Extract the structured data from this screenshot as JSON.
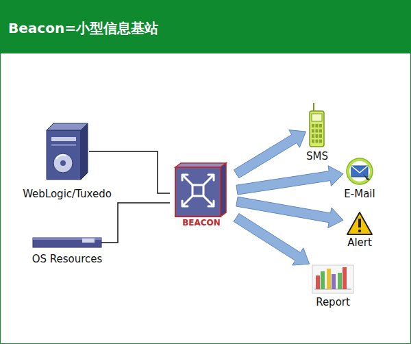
{
  "diagram": {
    "title": "Beacon=小型信息基站",
    "nodes": [
      {
        "text": [
          "WebLogic/Tuxedo"
        ]
      },
      {
        "text": [
          "OS Resources"
        ]
      },
      {
        "text": [
          "BEACON"
        ]
      },
      {
        "text": [
          "SMS"
        ]
      },
      {
        "text": [
          "E-Mail"
        ]
      },
      {
        "text": [
          "Alert"
        ]
      },
      {
        "text": [
          "Report"
        ]
      }
    ],
    "edges": [
      {
        "from": 0,
        "to": 2,
        "arrow": "none"
      },
      {
        "from": 1,
        "to": 2,
        "arrow": "none"
      },
      {
        "from": 2,
        "to": 3,
        "arrow": "to"
      },
      {
        "from": 2,
        "to": 4,
        "arrow": "to"
      },
      {
        "from": 2,
        "to": 5,
        "arrow": "to"
      },
      {
        "from": 2,
        "to": 6,
        "arrow": "to"
      }
    ]
  }
}
